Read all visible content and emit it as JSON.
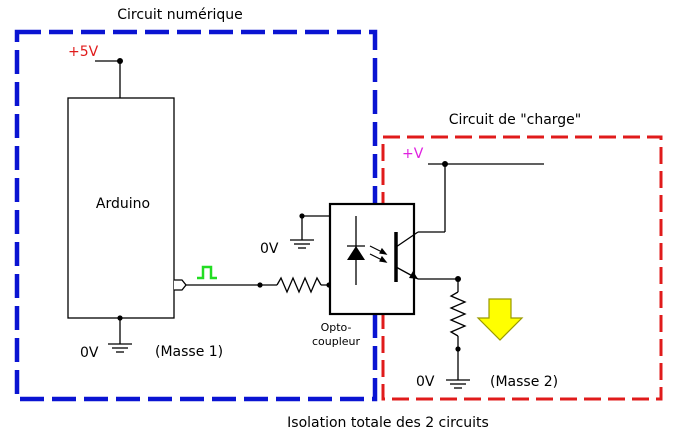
{
  "digital": {
    "title": "Circuit numérique",
    "supply": "+5V",
    "mcu": "Arduino",
    "ground_v": "0V",
    "ground_name": "(Masse 1)",
    "coupler_ground_v": "0V",
    "color": "#0a14d2"
  },
  "load": {
    "title": "Circuit de \"charge\"",
    "supply": "+V",
    "ground_v": "0V",
    "ground_name": "(Masse 2)",
    "color": "#e01b1b"
  },
  "coupler": {
    "line1": "Opto-",
    "line2": "coupleur"
  },
  "footer": "Isolation totale des 2 circuits",
  "colors": {
    "supply_digital": "#e01b1b",
    "supply_load": "#e020e0",
    "pulse": "#22dd22",
    "arrow_fill": "#ffff00",
    "arrow_stroke": "#9a9a00"
  }
}
